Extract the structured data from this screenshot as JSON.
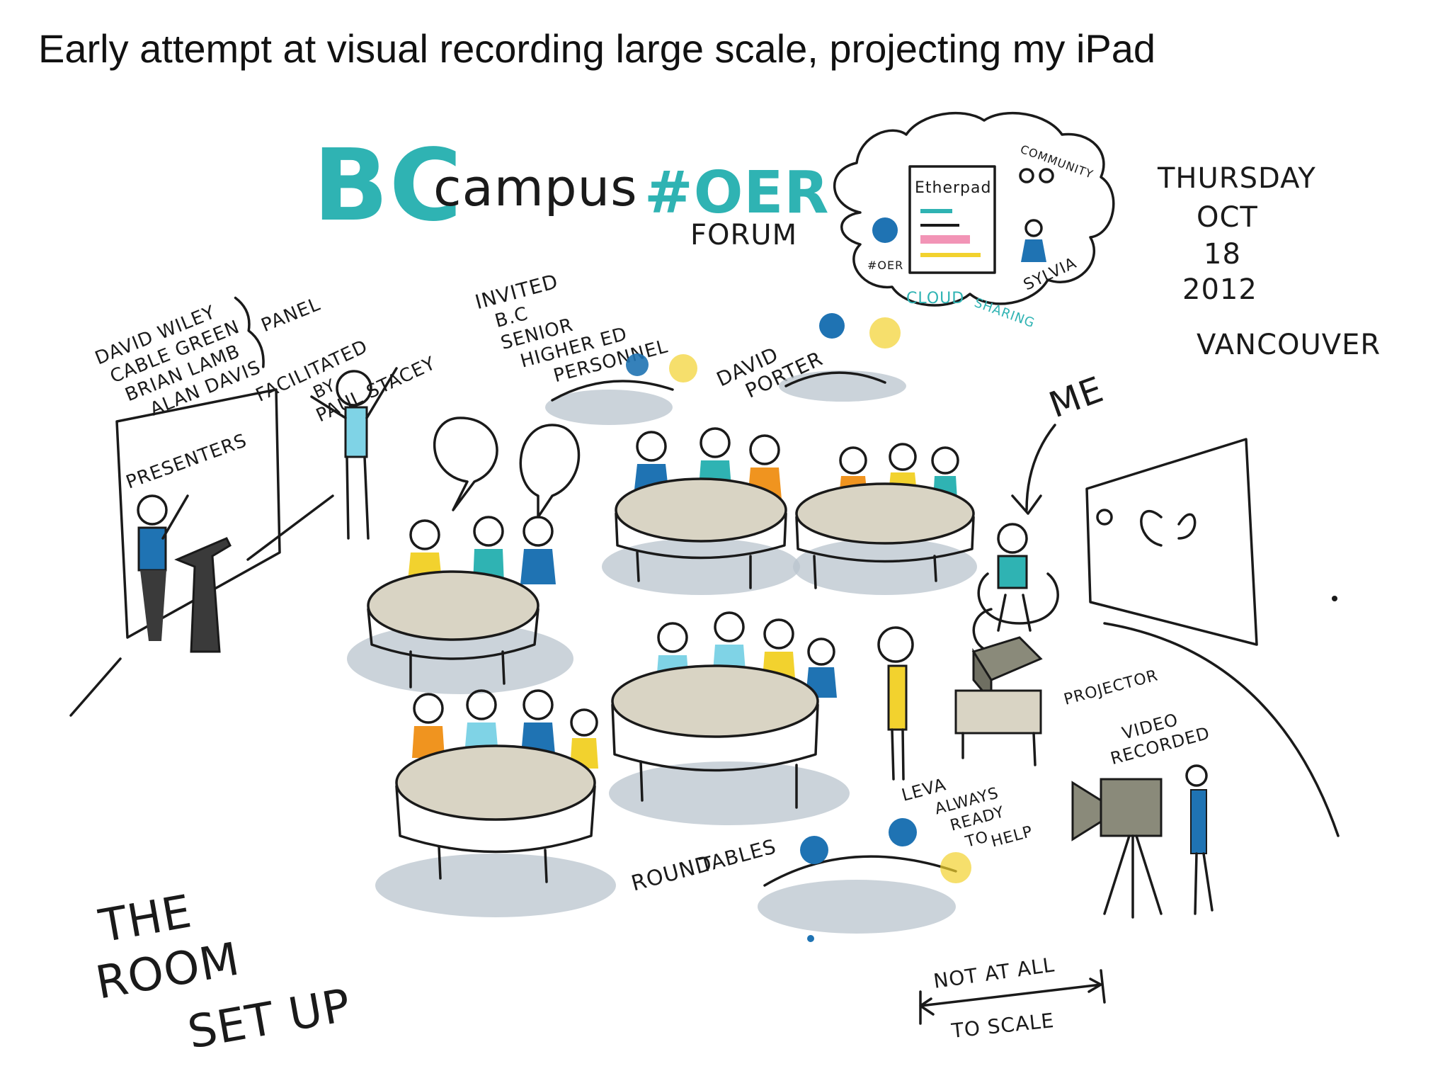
{
  "slide": {
    "title": "Early attempt at visual recording large scale, projecting my iPad"
  },
  "sketch": {
    "logo": {
      "bc": "BC",
      "campus": "campus",
      "hashtag": "#OER",
      "forum": "FORUM"
    },
    "cloud": {
      "etherpad": "Etherpad",
      "community": "COMMUNITY",
      "oer_tag": "#OER",
      "cloud_label": "CLOUD",
      "sharing": "SHARING",
      "sylvia": "SYLVIA"
    },
    "date": {
      "day": "THURSDAY",
      "month": "OCT",
      "date_num": "18",
      "year": "2012",
      "city": "VANCOUVER"
    },
    "panel": {
      "names": [
        "DAVID WILEY",
        "CABLE GREEN",
        "BRIAN LAMB",
        "ALAN DAVIS"
      ],
      "panel_label": "PANEL"
    },
    "facilitated": [
      "FACILITATED",
      "BY",
      "PAUL STACEY"
    ],
    "presenters": "PRESENTERS",
    "invited": [
      "INVITED",
      "B.C",
      "SENIOR",
      "HIGHER ED",
      "PERSONNEL"
    ],
    "david_porter": [
      "DAVID",
      "PORTER"
    ],
    "me": "ME",
    "projector": "PROJECTOR",
    "video": [
      "VIDEO",
      "RECORDED"
    ],
    "leva": [
      "LEVA",
      "ALWAYS",
      "READY",
      "TO",
      "HELP"
    ],
    "round_tables": [
      "ROUND",
      "TABLES"
    ],
    "room": [
      "THE",
      "ROOM",
      "SET UP"
    ],
    "scale": [
      "NOT AT ALL",
      "TO SCALE"
    ]
  },
  "colors": {
    "teal": "#2fb3b3",
    "blue": "#1f73b3",
    "yellow": "#f2d22e",
    "orange": "#f0941f",
    "light_blue": "#7fd3e6",
    "table": "#d9d4c4",
    "shadow": "#b9c4ce",
    "pink": "#f07aa5"
  }
}
